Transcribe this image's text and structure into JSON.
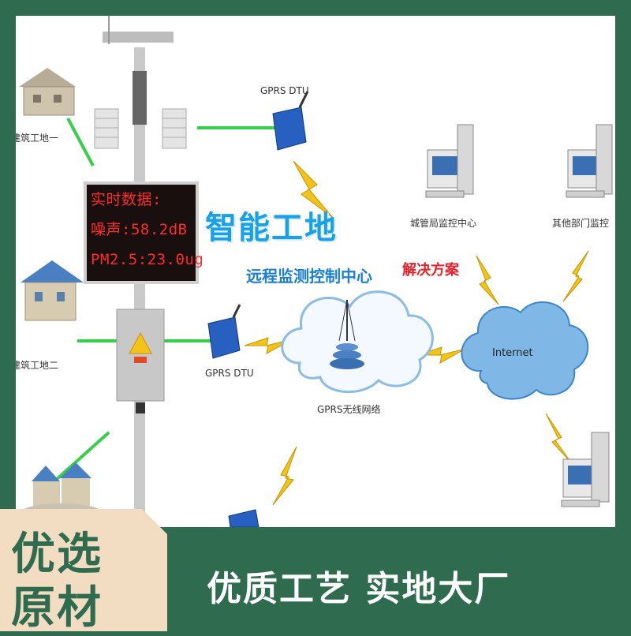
{
  "display": {
    "line1": "实时数据:",
    "line2": "噪声:58.2dB",
    "line3": "PM2.5:23.0ug"
  },
  "titles": {
    "main": "智能工地",
    "sub": "远程监测控制中心",
    "solution": "解决方案"
  },
  "labels": {
    "dtu_top": "GPRS DTU",
    "dtu_mid": "GPRS DTU",
    "site_one": "建筑工地一",
    "site_two": "建筑工地二",
    "gprs_network": "GPRS无线网络",
    "internet": "Internet",
    "city_center": "城管局监控中心",
    "other_dept": "其他部门监控"
  },
  "banner": {
    "badge_line1": "优选",
    "badge_line2": "原材",
    "slogan": "优质工艺  实地大厂"
  },
  "colors": {
    "brand_green": "#2f6b4f",
    "badge_bg": "#f3ddc2",
    "link_green": "#2ecc40",
    "bolt_yellow": "#f2c418",
    "cloud_blue": "#7fb8e6"
  }
}
